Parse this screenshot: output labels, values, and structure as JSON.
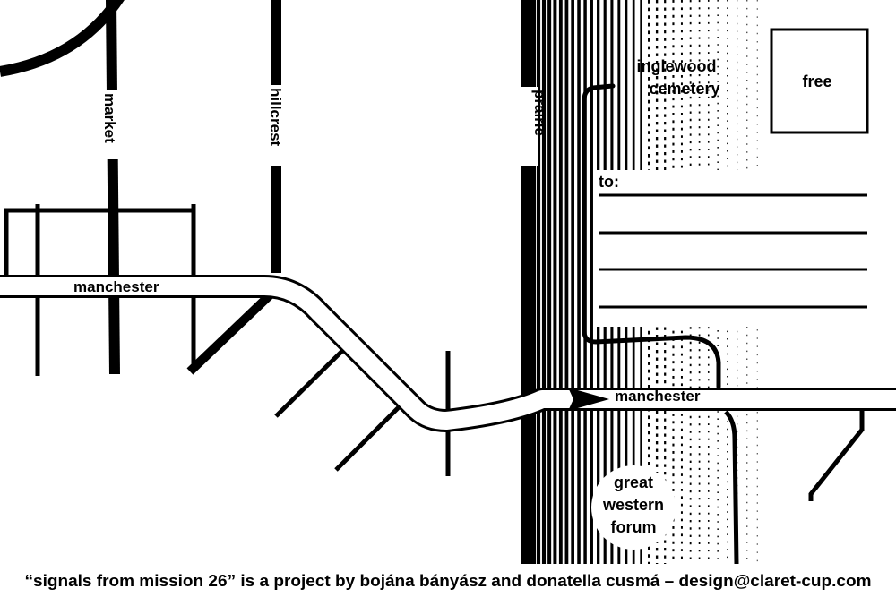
{
  "map": {
    "streets": {
      "market": "market",
      "hillcrest": "hillcrest",
      "prairie": "prairie",
      "manchester_west": "manchester",
      "manchester_east": "manchester"
    },
    "landmarks": {
      "cemetery_line1": "inglewood",
      "cemetery_line2": "cemetery",
      "forum_line1": "great",
      "forum_line2": "western",
      "forum_line3": "forum"
    }
  },
  "postcard": {
    "stamp_text": "free",
    "address_label": "to:"
  },
  "footer": {
    "credit": "“signals from mission 26” is a project by bojána bányász and donatella cusmá – design@claret-cup.com"
  }
}
